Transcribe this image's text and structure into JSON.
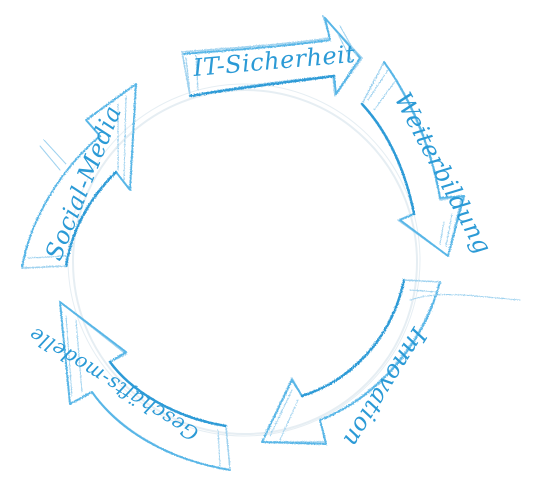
{
  "diagram": {
    "segments": [
      {
        "id": "it-sicherheit",
        "label": "IT-Sicherheit"
      },
      {
        "id": "weiterbildung",
        "label": "Weiterbildung"
      },
      {
        "id": "innovation",
        "label": "Innovation"
      },
      {
        "id": "geschaeftsmodelle",
        "label": "Geschäfts-modelle"
      },
      {
        "id": "social-media",
        "label": "Social-Media"
      }
    ],
    "colors": {
      "ink": "#2b9ad6",
      "ink_light": "#9fd2ef",
      "ring": "#e6eef3"
    }
  }
}
